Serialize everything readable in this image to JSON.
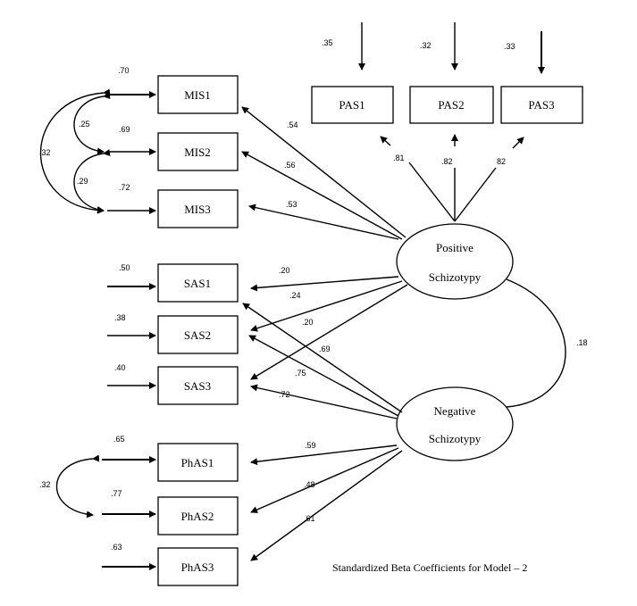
{
  "indicators": {
    "mis1": "MIS1",
    "mis2": "MIS2",
    "mis3": "MIS3",
    "sas1": "SAS1",
    "sas2": "SAS2",
    "sas3": "SAS3",
    "phas1": "PhAS1",
    "phas2": "PhAS2",
    "phas3": "PhAS3",
    "pas1": "PAS1",
    "pas2": "PAS2",
    "pas3": "PAS3"
  },
  "factors": {
    "positive": {
      "line1": "Positive",
      "line2": "Schizotypy"
    },
    "negative": {
      "line1": "Negative",
      "line2": "Schizotypy"
    }
  },
  "coefficients": {
    "err_mis1": ".70",
    "err_mis2": ".69",
    "err_mis3": ".72",
    "cov_mis12": ".25",
    "cov_mis23": ".29",
    "cov_mis13": ".32",
    "load_mis1": ".54",
    "load_mis2": ".56",
    "load_mis3": ".53",
    "err_pas1": ".35",
    "err_pas2": ".32",
    "err_pas3": ".33",
    "load_pas1": ".81",
    "load_pas2": ".82",
    "load_pas3": "82",
    "err_sas1": ".50",
    "err_sas2": ".38",
    "err_sas3": ".40",
    "pos_sas1": ".20",
    "pos_sas2": ".24",
    "pos_sas3": ".20",
    "neg_sas1": ".69",
    "neg_sas2": ".75",
    "neg_sas3": ".72",
    "factor_corr": ".18",
    "err_phas1": ".65",
    "err_phas2": ".77",
    "err_phas3": ".63",
    "cov_phas12": ".32",
    "load_phas1": ".59",
    "load_phas2": ".48",
    "load_phas3": ".61"
  },
  "caption": "Standardized Beta Coefficients for Model – 2"
}
